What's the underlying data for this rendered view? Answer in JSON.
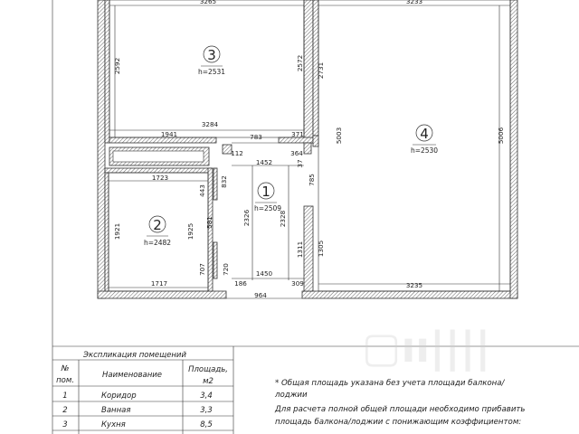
{
  "rooms": [
    {
      "number": "3",
      "height": "h=2531"
    },
    {
      "number": "4",
      "height": "h=2530"
    },
    {
      "number": "1",
      "height": "h=2509"
    },
    {
      "number": "2",
      "height": "h=2482"
    }
  ],
  "dimensions": {
    "top_left_width": "3265",
    "top_right_width": "3233",
    "r3_left": "2592",
    "r3_right": "2572",
    "r3_bottom": "3284",
    "right_col": "2731",
    "r4_left": "5003",
    "r4_right": "5006",
    "d1941": "1941",
    "d783": "783",
    "d371": "371",
    "d112": "112",
    "d1452": "1452",
    "d364": "364",
    "d37": "37",
    "d1723": "1723",
    "d443": "443",
    "d832": "832",
    "d785": "785",
    "d2326": "2326",
    "d2328": "2328",
    "d1921": "1921",
    "d1925": "1925",
    "d581": "581",
    "d1311": "1311",
    "d1305": "1305",
    "d707": "707",
    "d720": "720",
    "d1450": "1450",
    "d1717": "1717",
    "d186": "186",
    "d309": "309",
    "d964": "964",
    "d3235": "3235"
  },
  "table": {
    "title": "Экспликация помещений",
    "header_no_1": "№",
    "header_no_2": "пом.",
    "header_name": "Наименование",
    "header_area_1": "Площадь,",
    "header_area_2": "м2",
    "rows": [
      {
        "no": "1",
        "name": "Коридор",
        "area": "3,4"
      },
      {
        "no": "2",
        "name": "Ванная",
        "area": "3,3"
      },
      {
        "no": "3",
        "name": "Кухня",
        "area": "8,5"
      }
    ]
  },
  "notes": {
    "line1": "* Общая площадь указана без учета площади балкона/",
    "line2": "лоджии",
    "line3": "Для расчета полной общей площади необходимо прибавить",
    "line4": "площадь балкона/лоджии с понижающим коэффициентом:"
  }
}
